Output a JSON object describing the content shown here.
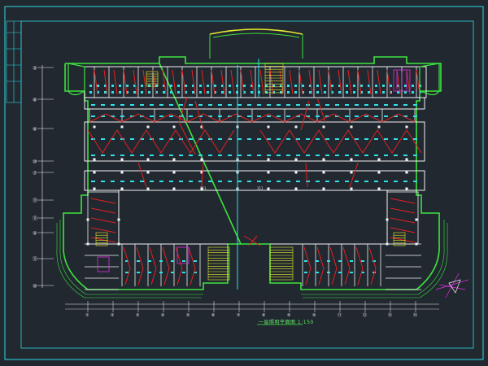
{
  "drawing": {
    "title": "一层照明平面图 1:150",
    "room_tags": [
      "111",
      "111"
    ]
  },
  "colors": {
    "background": "#212830",
    "frame": "#33e0e8",
    "wall": "#f2f2f2",
    "green": "#3de43d",
    "yellow": "#e8e830",
    "red": "#e82020",
    "cyan": "#30e0e8",
    "magenta": "#e030e0"
  },
  "axis_bubbles_left": [
    "②",
    "⑧",
    "⑧",
    "⑩",
    "⑦",
    "⑪",
    "⑪",
    "⑤",
    "⑪",
    "⑩"
  ],
  "axis_bubbles_bottom": [
    "①",
    "②",
    "③",
    "④",
    "⑤",
    "⑥",
    "⑦",
    "⑧",
    "⑨",
    "⑩",
    "⑪",
    "⑫",
    "⑬",
    "⑭"
  ]
}
